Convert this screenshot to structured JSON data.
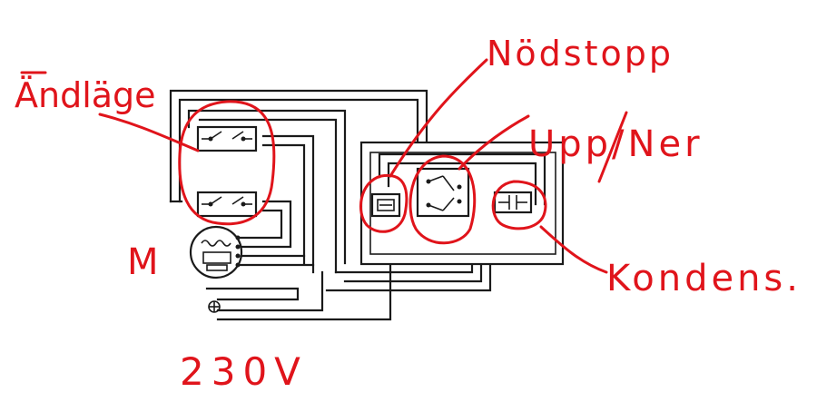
{
  "annotations": {
    "limit_switch": "Ändläge",
    "motor": "M",
    "emergency_stop": "Nödstopp",
    "up_down": "Upp/Ner",
    "capacitor": "Kondens.",
    "supply": "230V"
  },
  "colors": {
    "annotation": "#e0141b",
    "wiring": "#1a1a1a",
    "background": "#ffffff"
  },
  "icons": {
    "motor": "motor-icon",
    "ground": "ground-icon",
    "capacitor": "capacitor-icon",
    "switch": "switch-icon"
  }
}
